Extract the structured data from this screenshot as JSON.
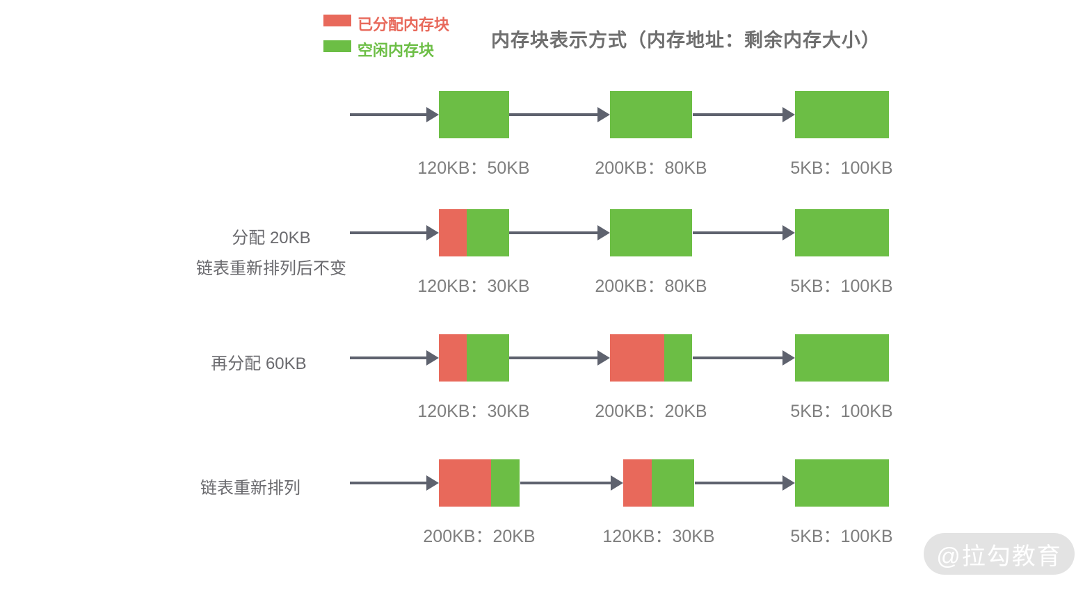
{
  "title": "内存块表示方式（内存地址：剩余内存大小）",
  "legend": {
    "allocated": {
      "label": "已分配内存块",
      "color": "#E8695B"
    },
    "free": {
      "label": "空闲内存块",
      "color": "#6CBE45"
    }
  },
  "colors": {
    "allocated": "#E8695B",
    "free": "#6CBE45",
    "arrow": "#5E626E",
    "block_label": "#7E7E7E",
    "side_label": "#6A6A6E",
    "title": "#6E6E6E",
    "watermark_bg": "#E3E3E3",
    "watermark_text": "#FFFFFF"
  },
  "rows": [
    {
      "side_lines": [],
      "blocks": [
        {
          "label": "120KB：50KB",
          "allocated_pct": 0
        },
        {
          "label": "200KB：80KB",
          "allocated_pct": 0
        },
        {
          "label": "5KB：100KB",
          "allocated_pct": 0
        }
      ]
    },
    {
      "side_lines": [
        "分配 20KB",
        "链表重新排列后不变"
      ],
      "blocks": [
        {
          "label": "120KB：30KB",
          "allocated_pct": 40
        },
        {
          "label": "200KB：80KB",
          "allocated_pct": 0
        },
        {
          "label": "5KB：100KB",
          "allocated_pct": 0
        }
      ]
    },
    {
      "side_lines": [
        "再分配 60KB"
      ],
      "blocks": [
        {
          "label": "120KB：30KB",
          "allocated_pct": 40
        },
        {
          "label": "200KB：20KB",
          "allocated_pct": 66
        },
        {
          "label": "5KB：100KB",
          "allocated_pct": 0
        }
      ]
    },
    {
      "side_lines": [
        "链表重新排列"
      ],
      "blocks": [
        {
          "label": "200KB：20KB",
          "allocated_pct": 65
        },
        {
          "label": "120KB：30KB",
          "allocated_pct": 40
        },
        {
          "label": "5KB：100KB",
          "allocated_pct": 0
        }
      ]
    }
  ],
  "watermark": "@拉勾教育"
}
